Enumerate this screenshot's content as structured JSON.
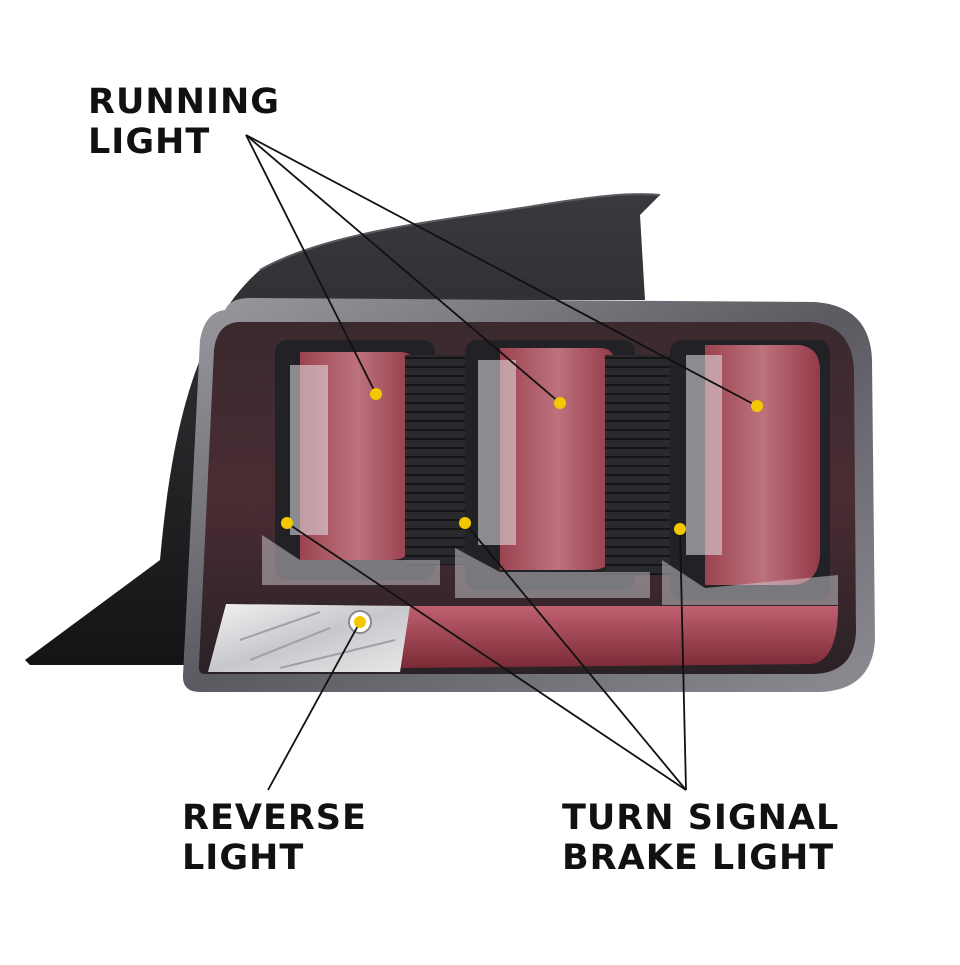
{
  "callouts": {
    "running": {
      "line1": "RUNNING",
      "line2": "LIGHT"
    },
    "reverse": {
      "line1": "REVERSE",
      "line2": "LIGHT"
    },
    "turn": {
      "line1": "TURN SIGNAL",
      "line2": "BRAKE LIGHT"
    }
  },
  "colors": {
    "housing": "#1c1c1e",
    "lens_red": "#8a2a36",
    "marker": "#f3c800",
    "leader_line": "#111111"
  }
}
